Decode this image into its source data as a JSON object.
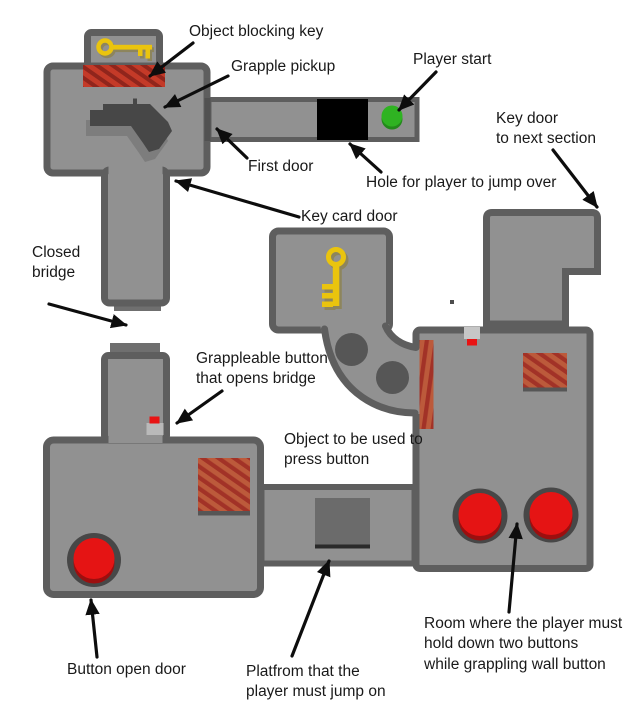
{
  "title": "Level design map with annotations",
  "labels": {
    "object_blocking_key": "Object blocking key",
    "grapple_pickup": "Grapple pickup",
    "player_start": "Player start",
    "key_door": "Key door\nto next section",
    "first_door": "First door",
    "hole_jump": "Hole for player to jump over",
    "key_card_door": "Key card door",
    "closed_bridge": "Closed\nbridge",
    "grappleable_button": "Grappleable button\nthat opens bridge",
    "object_press_button": "Object to be used to\npress button",
    "button_open_door": "Button open door",
    "platform_jump": "Platfrom that the\nplayer must jump on",
    "room_two_buttons": "Room where the player must\nhold down two buttons\nwhile grappling wall button"
  },
  "icons": {
    "key_icon": "yellow key",
    "grapple_gun_icon": "dark grapple pistol",
    "player_start_marker": "green dot",
    "floor_button": "red round button",
    "wall_button": "small red wall button",
    "hazard_hatch": "red diagonal-striped block",
    "hole": "black pit square",
    "stepping_stones": "dark gray circles",
    "bridge_stub": "dark bridge end"
  },
  "colors": {
    "wall": "#5e5e5e",
    "floor": "#919191",
    "hatch_red_base": "#c43a28",
    "hatch_red_stripe": "#90251c",
    "hatch_orange_base": "#bc5a3b",
    "hatch_orange_stripe": "#a23227",
    "key_yellow": "#eac40e",
    "button_red": "#e51414",
    "start_green": "#2fb322",
    "hole_black": "#000000",
    "annotation": "#191919"
  }
}
